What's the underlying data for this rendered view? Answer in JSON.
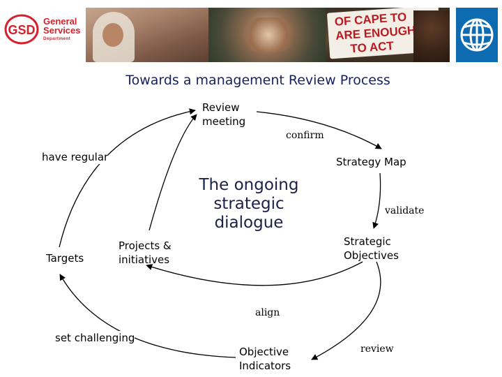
{
  "header": {
    "logo": {
      "line1": "General",
      "line2": "Services",
      "line3": "Department",
      "mark": "GSD"
    },
    "banner_sign": {
      "line1": "OF CAPE TO",
      "line2": "ARE ENOUGH",
      "line3": "TO ACT"
    },
    "world_bank_logo_icon": "globe-icon"
  },
  "title": "Towards a management Review Process",
  "diagram": {
    "center_label": "The ongoing strategic dialogue",
    "nodes": {
      "review_meeting": "Review meeting",
      "strategy_map": "Strategy Map",
      "strategic_objectives": "Strategic Objectives",
      "objective_indicators": "Objective Indicators",
      "targets": "Targets",
      "projects_initiatives": "Projects & initiatives"
    },
    "edges": {
      "confirm": "confirm",
      "validate": "validate",
      "align": "align",
      "review": "review",
      "set_challenging": "set challenging",
      "have_regular": "have regular"
    },
    "colors": {
      "arrow": "#000000",
      "title": "#17215c",
      "logo_red": "#d7202b",
      "world_bank_blue": "#0d6bb1"
    }
  }
}
